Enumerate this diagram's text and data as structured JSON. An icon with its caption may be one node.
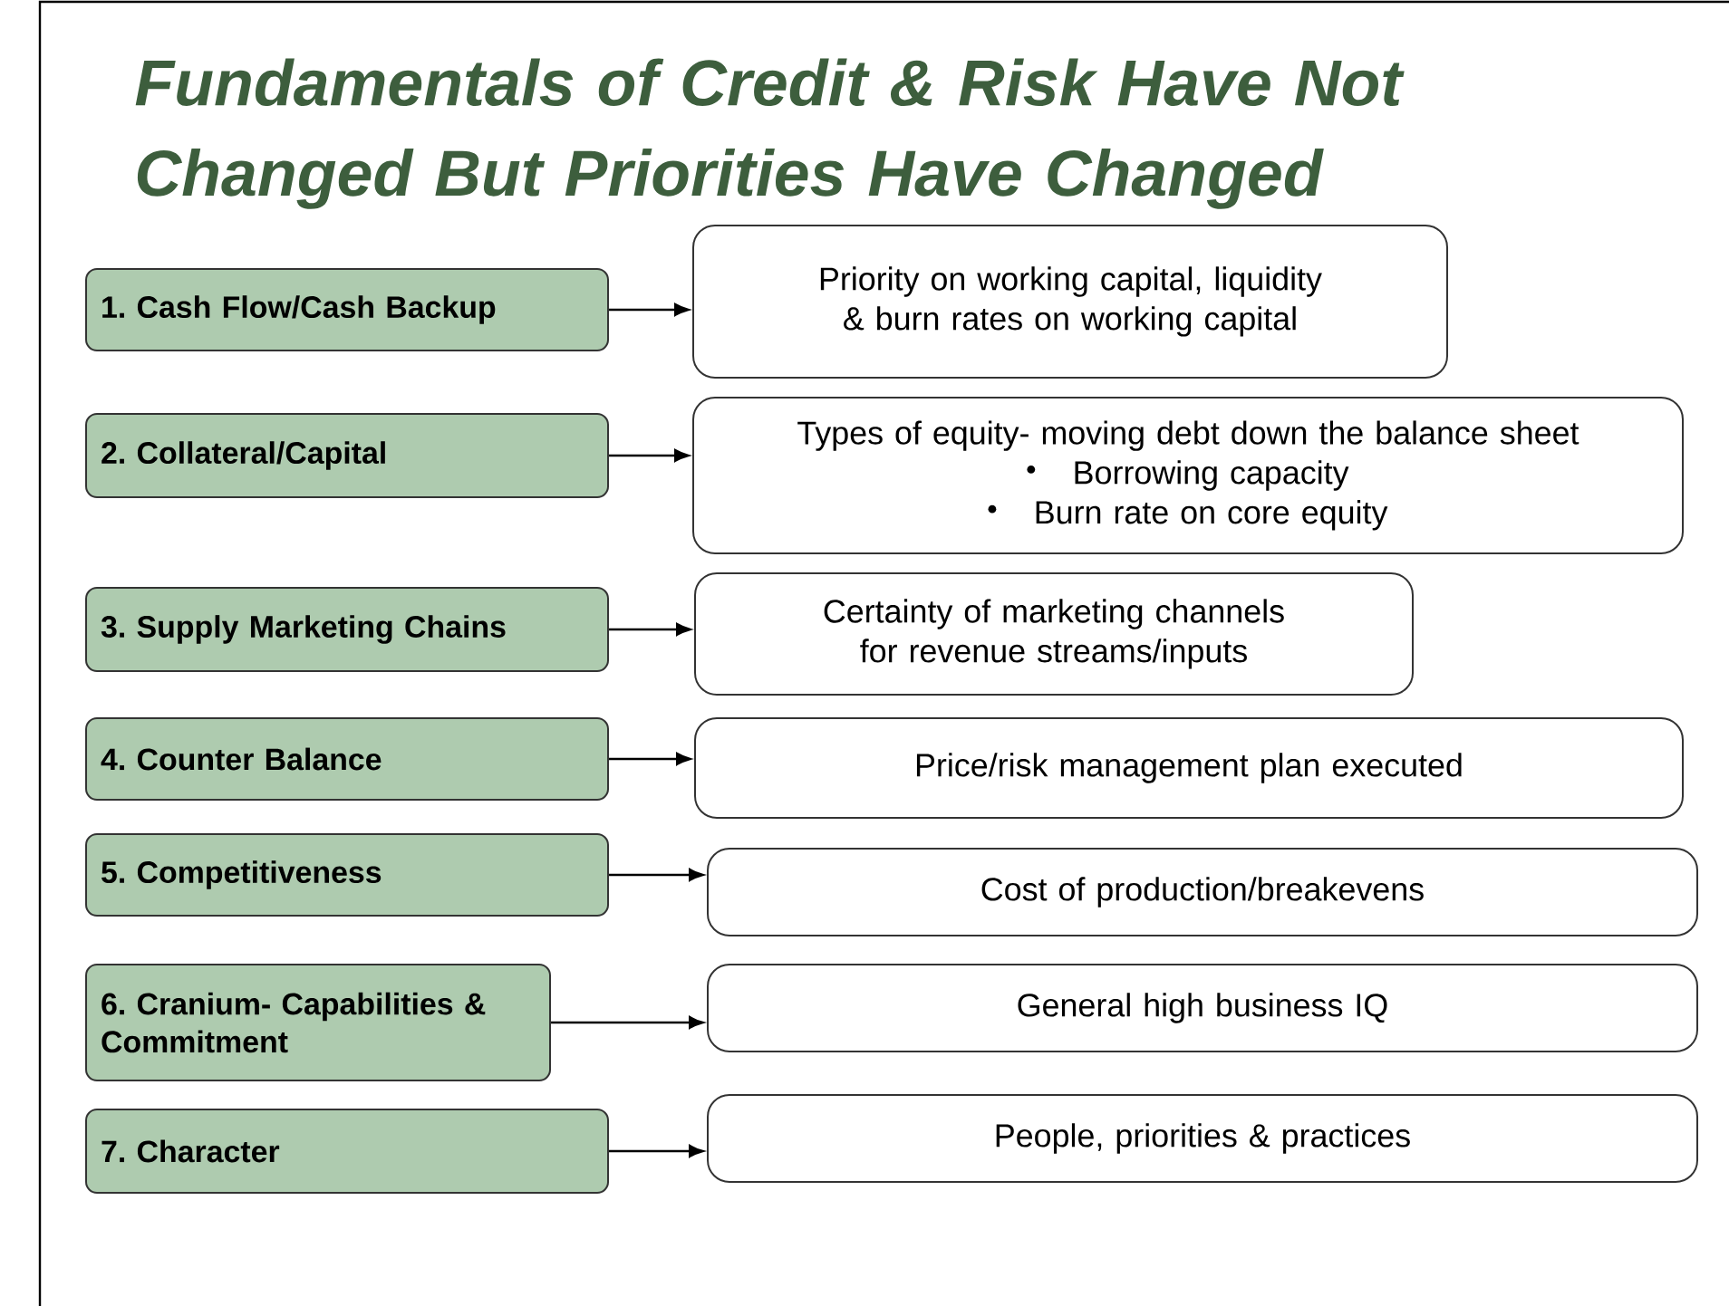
{
  "diagram": {
    "title": "Fundamentals of Credit & Risk Have Not Changed But Priorities Have Changed",
    "nodes": [
      {
        "text": [
          "1. Cash Flow/Cash Backup"
        ]
      },
      {
        "text": [
          "Priority on working capital, liquidity & burn rates on working capital"
        ]
      },
      {
        "text": [
          "2. Collateral/Capital"
        ]
      },
      {
        "text": [
          "Types of equity- moving debt down the balance sheet",
          "Borrowing capacity",
          "Burn rate on core equity"
        ]
      },
      {
        "text": [
          "3. Supply Marketing Chains"
        ]
      },
      {
        "text": [
          "Certainty of marketing channels for revenue streams/inputs"
        ]
      },
      {
        "text": [
          "4. Counter Balance"
        ]
      },
      {
        "text": [
          "Price/risk management plan executed"
        ]
      },
      {
        "text": [
          "5. Competitiveness"
        ]
      },
      {
        "text": [
          "Cost of production/breakevens"
        ]
      },
      {
        "text": [
          "6. Cranium- Capabilities & Commitment"
        ]
      },
      {
        "text": [
          "General high business IQ"
        ]
      },
      {
        "text": [
          "7. Character"
        ]
      },
      {
        "text": [
          "People, priorities & practices"
        ]
      }
    ],
    "edges": [
      {
        "from": 0,
        "to": 1,
        "arrow": "to"
      },
      {
        "from": 2,
        "to": 3,
        "arrow": "to"
      },
      {
        "from": 4,
        "to": 5,
        "arrow": "to"
      },
      {
        "from": 6,
        "to": 7,
        "arrow": "to"
      },
      {
        "from": 8,
        "to": 9,
        "arrow": "to"
      },
      {
        "from": 10,
        "to": 11,
        "arrow": "to"
      },
      {
        "from": 12,
        "to": 13,
        "arrow": "to"
      }
    ]
  }
}
